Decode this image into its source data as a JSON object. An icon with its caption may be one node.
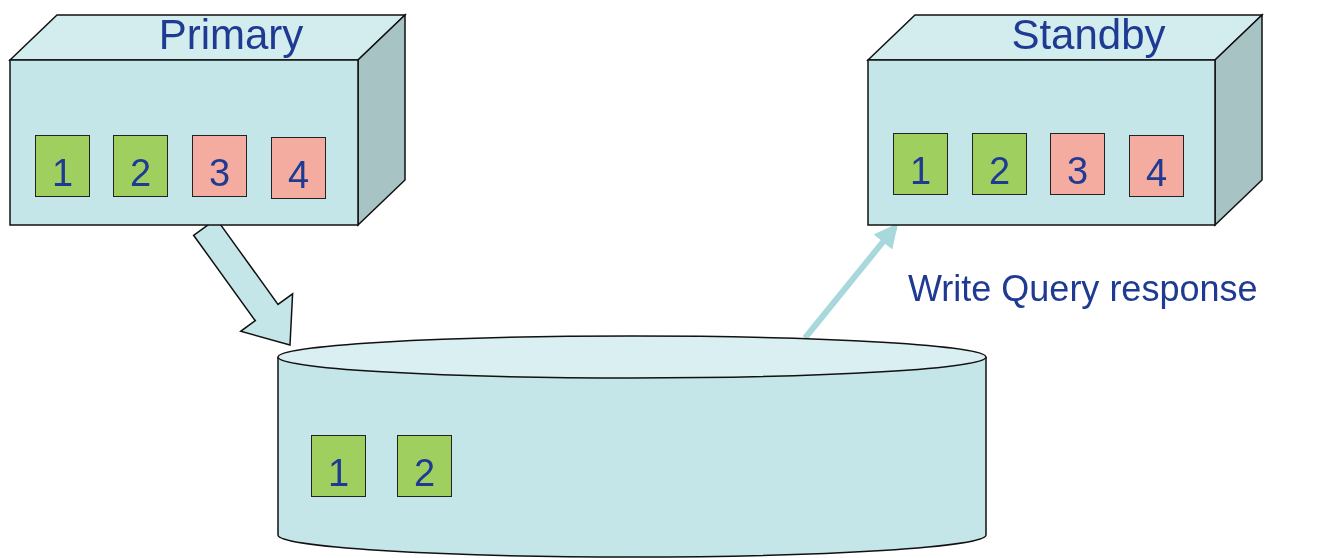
{
  "diagram": {
    "nodes": [
      {
        "text": [
          "Primary"
        ]
      },
      {
        "text": [
          "1"
        ],
        "in": 0
      },
      {
        "text": [
          "2"
        ],
        "in": 0
      },
      {
        "text": [
          "3"
        ],
        "in": 0
      },
      {
        "text": [
          "4"
        ],
        "in": 0
      },
      {
        "text": [
          "Standby"
        ]
      },
      {
        "text": [
          "1"
        ],
        "in": 5
      },
      {
        "text": [
          "2"
        ],
        "in": 5
      },
      {
        "text": [
          "3"
        ],
        "in": 5
      },
      {
        "text": [
          "4"
        ],
        "in": 5
      },
      {
        "text": [],
        "shape": "cylinder"
      },
      {
        "text": [
          "1"
        ],
        "in": 10
      },
      {
        "text": [
          "2"
        ],
        "in": 10
      }
    ],
    "edges": [
      {
        "from": 0,
        "to": 10,
        "arrow": "to",
        "style": "thick"
      },
      {
        "from": 10,
        "to": 5,
        "arrow": "to",
        "label": "Write Query response",
        "color": "#a8d8dc"
      }
    ]
  }
}
